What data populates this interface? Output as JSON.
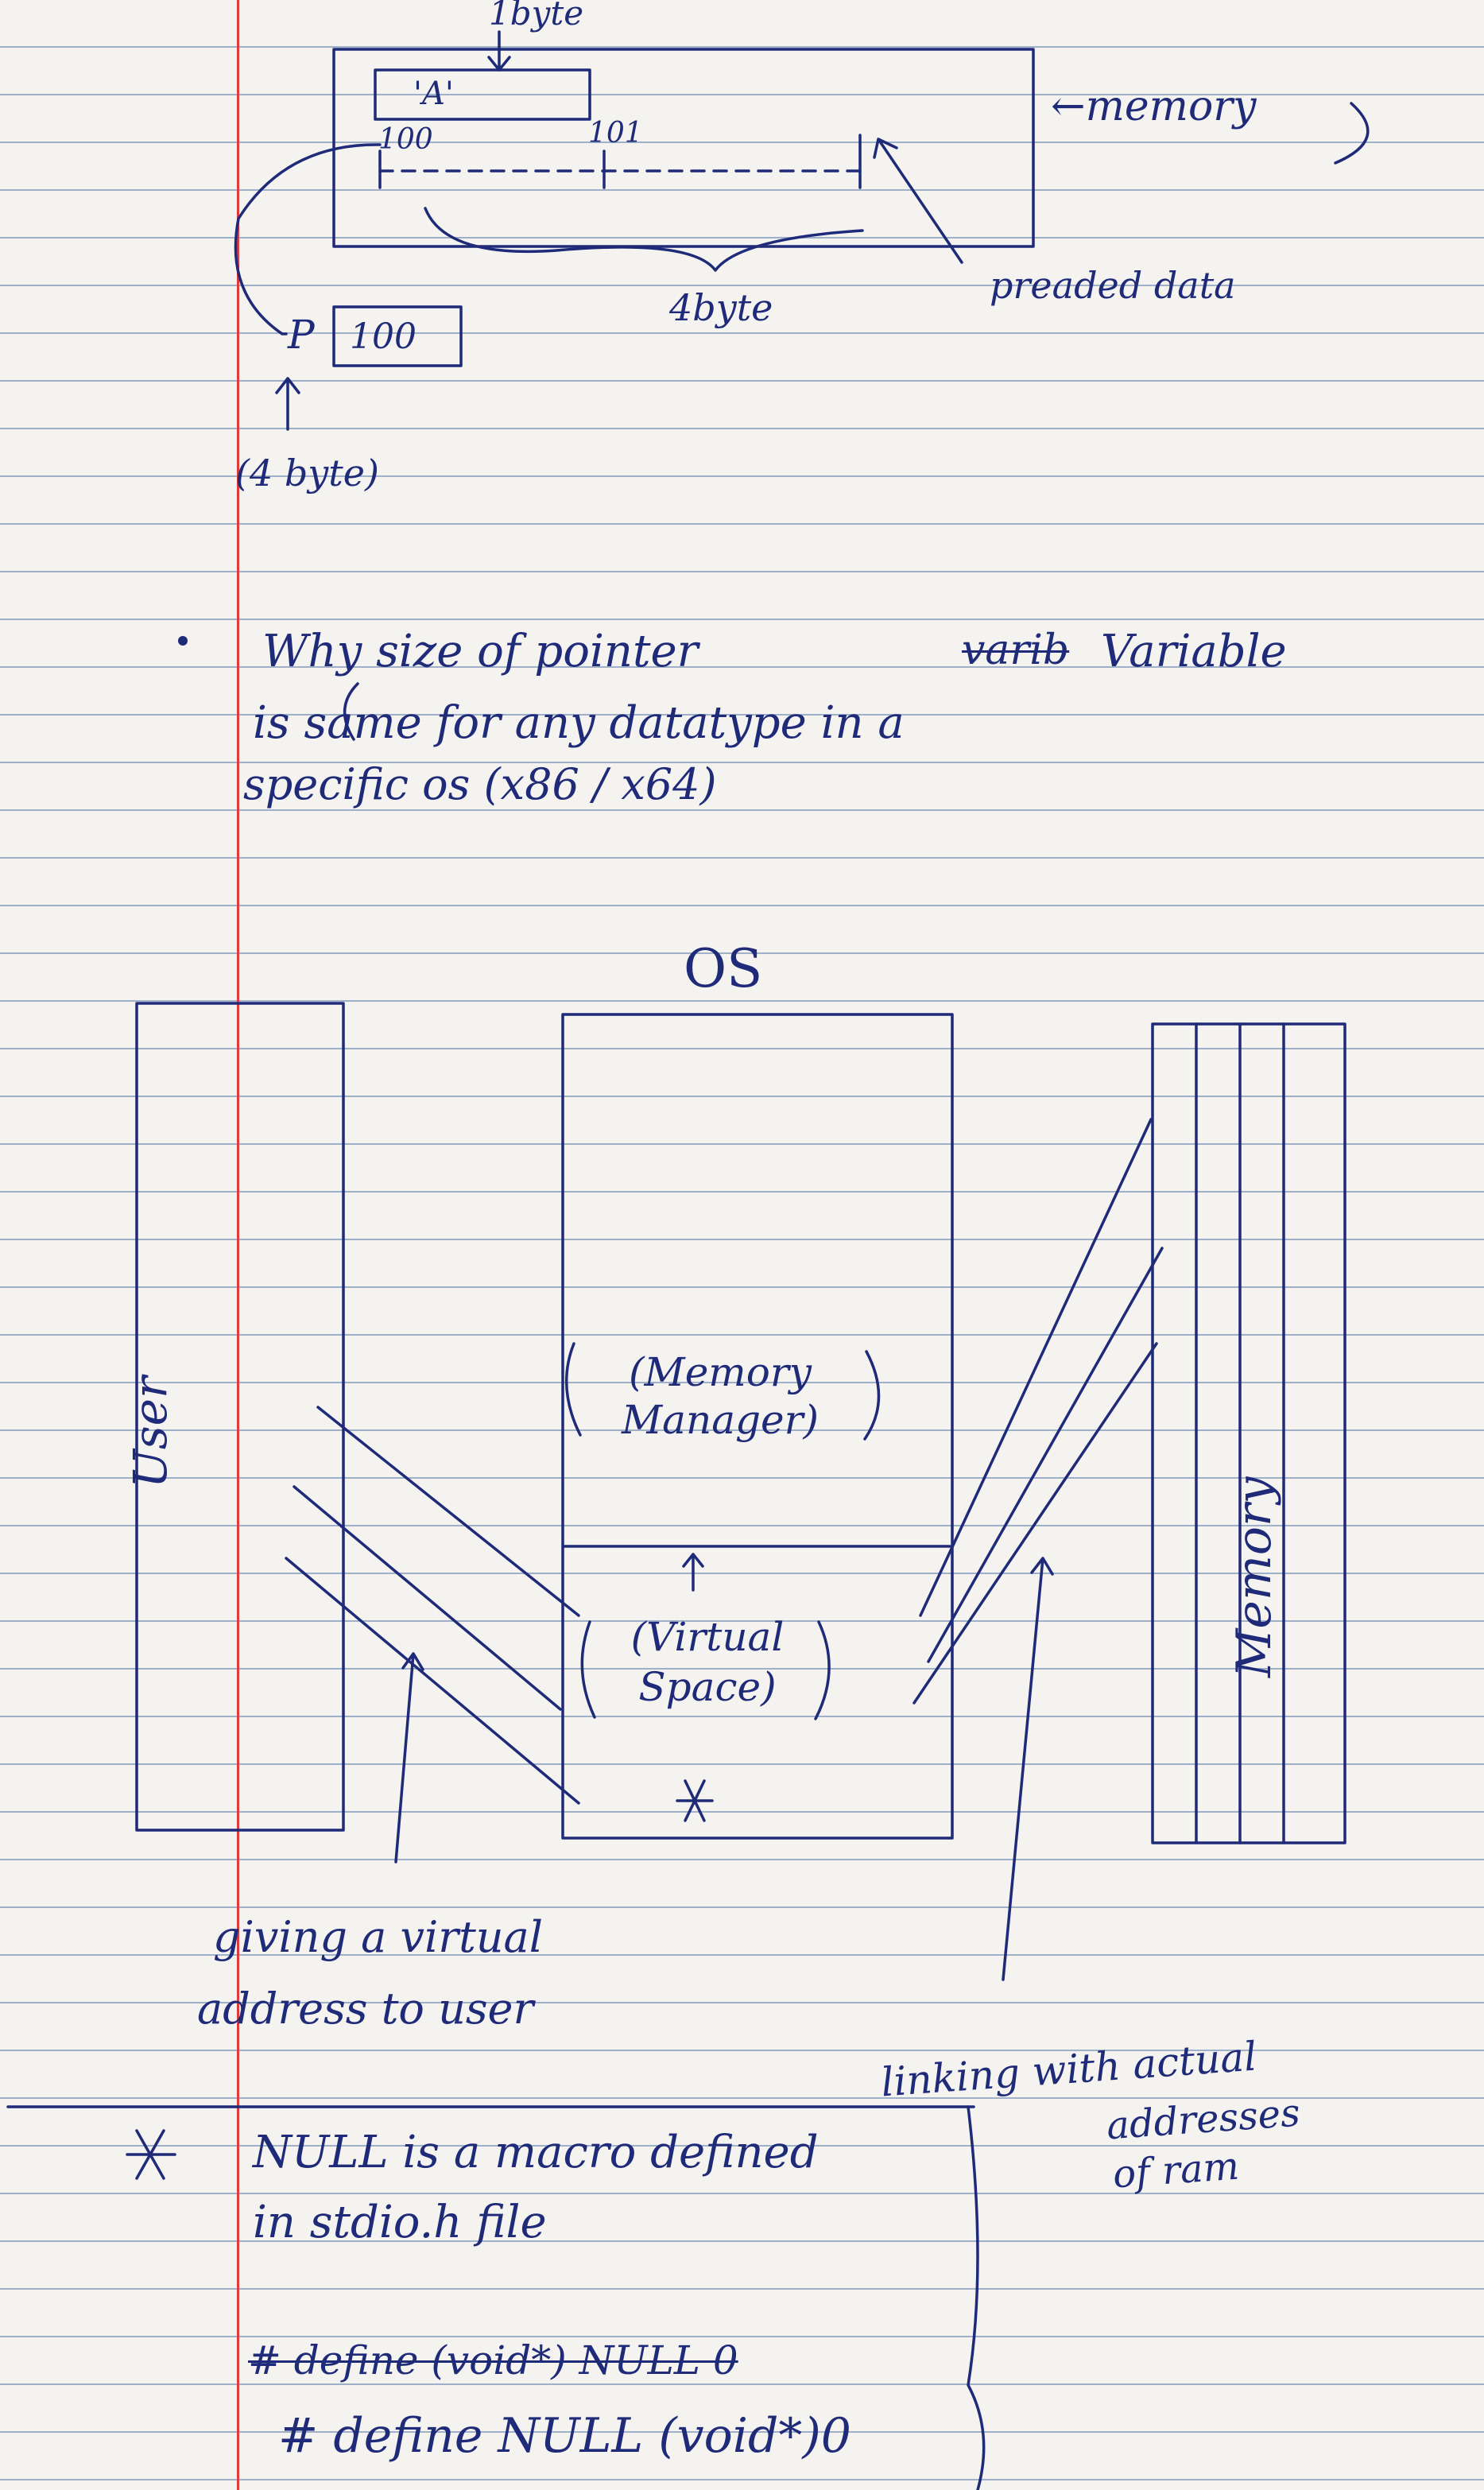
{
  "pointer_diagram": {
    "label_1byte": "1byte",
    "char_value": "'A'",
    "addr_100": "100",
    "addr_101": "101",
    "memory_label": "←memory",
    "label_4byte": "4byte",
    "readed_data": "preaded data",
    "pointer_name": "P",
    "pointer_value": "100",
    "pointer_size": "(4 byte)"
  },
  "question": {
    "line1_a": "Why size of pointer",
    "line1_struck": "varib",
    "line1_b": "Variable",
    "line2": "is same for any datatype in a",
    "line3": "specific os (x86 / x64)"
  },
  "os_diagram": {
    "os_label": "OS",
    "user_label": "User",
    "memory_manager": "(Memory Manager)",
    "virtual_space": "(Virtual Space)",
    "memory_label": "Memory",
    "giving_virtual_line1": "giving a virtual",
    "giving_virtual_line2": "address to user",
    "linking_line1": "linking with actual",
    "linking_line2": "addresses",
    "linking_line3": "of ram"
  },
  "notes": {
    "null_line1": "NULL is a macro defined",
    "null_line2": "in stdio.h file",
    "define_struck": "# define (void*) NULL 0",
    "define_correct": "# define NULL (void*)0"
  },
  "colors": {
    "ink": "#1f2a78",
    "margin_red": "#e03a3a",
    "ruled_blue": "#9fb0c8",
    "paper": "#f4f3f0"
  }
}
